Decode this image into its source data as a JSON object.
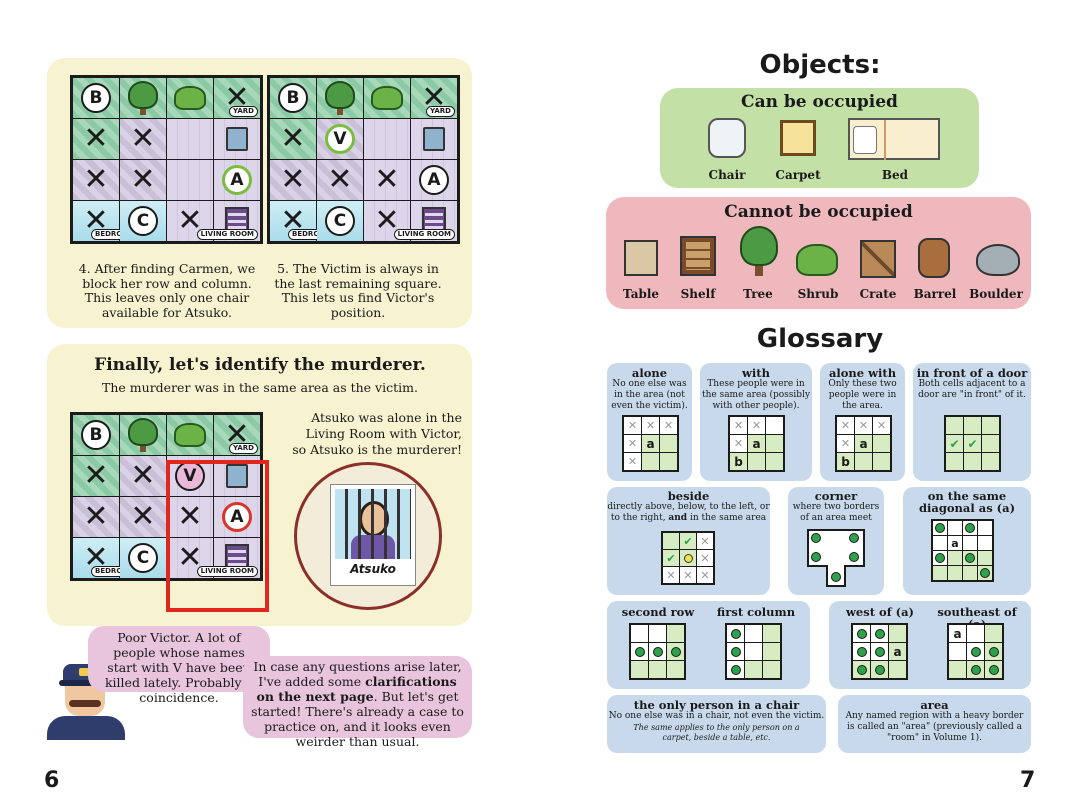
{
  "left": {
    "grid_labels": {
      "yard": "YARD",
      "bedroom": "BEDROOM",
      "living_room": "LIVING ROOM"
    },
    "tokens": {
      "b": "B",
      "c": "C",
      "a": "A",
      "v": "V"
    },
    "step4": "4. After finding Carmen, we block her row and column. This leaves only one chair available for Atsuko.",
    "step5": "5. The Victim is always in the last remaining square. This lets us find Victor's position.",
    "murder_title": "Finally, let's identify the murderer.",
    "murder_sub": "The murderer was in the same area as the victim.",
    "murder_text": "Atsuko was alone in the Living Room with Victor, so Atsuko is the murderer!",
    "photo_name": "Atsuko",
    "bubble1": "Poor Victor. A lot of people whose names start with V have been killed lately. Probably a coincidence.",
    "bubble2_pre": "In case any questions arise later, I've added some ",
    "bubble2_bold": "clarifications on the next page",
    "bubble2_post": ". But let's get started! There's already a case to practice on, and it looks even weirder than usual.",
    "page_number": "6"
  },
  "right": {
    "objects_title": "Objects:",
    "can_title": "Can be occupied",
    "can_items": [
      "Chair",
      "Carpet",
      "Bed"
    ],
    "cannot_title": "Cannot be occupied",
    "cannot_items": [
      "Table",
      "Shelf",
      "Tree",
      "Shrub",
      "Crate",
      "Barrel",
      "Boulder"
    ],
    "glossary_title": "Glossary",
    "g": {
      "alone_t": "alone",
      "alone_d": "No one else was in the area (not even the victim).",
      "with_t": "with",
      "with_d": "These people were in the same area (possibly with other people).",
      "alonewith_t": "alone with",
      "alonewith_d": "Only these two people were in the area.",
      "door_t": "in front of a door",
      "door_d": "Both cells adjacent to a door are \"in front\" of it.",
      "beside_t": "beside",
      "beside_d1": "directly above, below, to the left, or to the right, ",
      "beside_and": "and",
      "beside_d2": " in the same area",
      "corner_t": "corner",
      "corner_d": "where two borders of an area meet",
      "diag_t": "on the same diagonal as (a)",
      "row_t": "second row",
      "col_t": "first column",
      "west_t": "west of (a)",
      "se_t": "southeast of (a)",
      "only_t": "the only person in a chair",
      "only_d": "No one else was in a chair, not even the victim.",
      "only_note": "The same applies to the only person on a carpet, beside a table, etc.",
      "area_t": "area",
      "area_d": "Any named region with a heavy border is called an \"area\" (previously called a \"room\" in Volume 1).",
      "letter_a": "a",
      "letter_b": "b"
    },
    "page_number": "7"
  }
}
